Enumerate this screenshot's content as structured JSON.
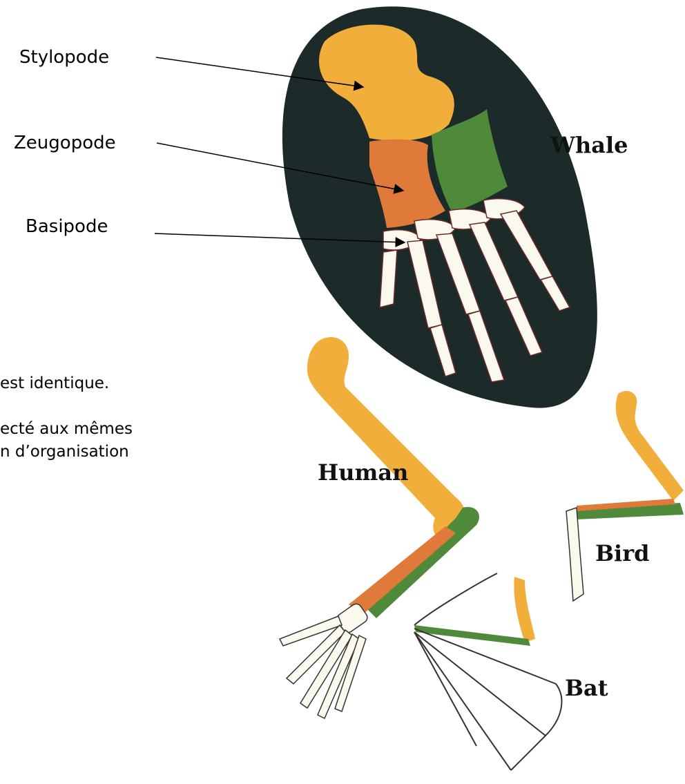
{
  "labels": {
    "stylopode": "Stylopode",
    "zeugopode": "Zeugopode",
    "basipode": "Basipode"
  },
  "species": {
    "whale": "Whale",
    "human": "Human",
    "bird": "Bird",
    "bat": "Bat"
  },
  "text": {
    "line1": "est identique.",
    "line2": "ecté aux mêmes",
    "line3": "n d’organisation"
  },
  "colors": {
    "stylopode": "#f2ae3a",
    "zeugopode_radius": "#e07a3a",
    "zeugopode_ulna": "#4f8a3a",
    "whale_body": "#1c2b2a",
    "bone_white": "#fbf9ee"
  }
}
